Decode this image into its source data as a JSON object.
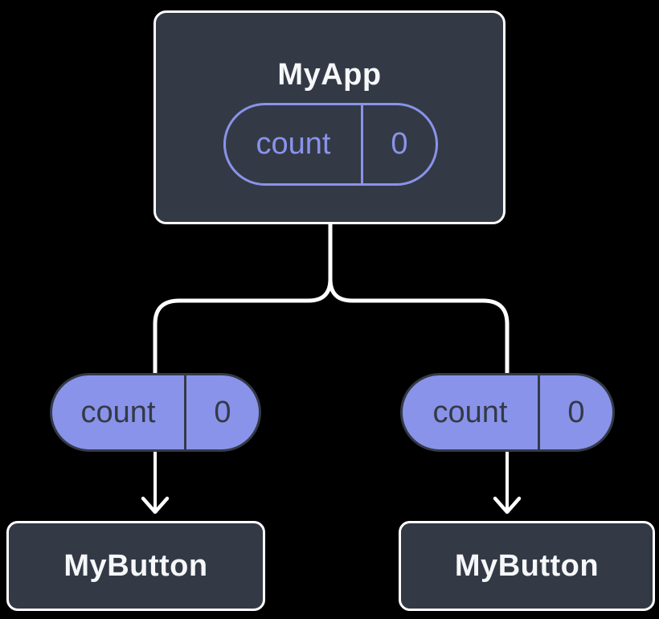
{
  "colors": {
    "canvas-black": "#000000",
    "node-fill": "#333A46",
    "node-border": "#FFFFFF",
    "accent-purple": "#8A93EA",
    "pill-dark": "#333A46",
    "connector-white": "#FFFFFF",
    "text-light": "#F6F7F9"
  },
  "tree": {
    "root": {
      "title": "MyApp",
      "state_pill": {
        "label": "count",
        "value": "0"
      }
    },
    "prop_pills": [
      {
        "label": "count",
        "value": "0"
      },
      {
        "label": "count",
        "value": "0"
      }
    ],
    "leaves": [
      {
        "title": "MyButton"
      },
      {
        "title": "MyButton"
      }
    ]
  }
}
